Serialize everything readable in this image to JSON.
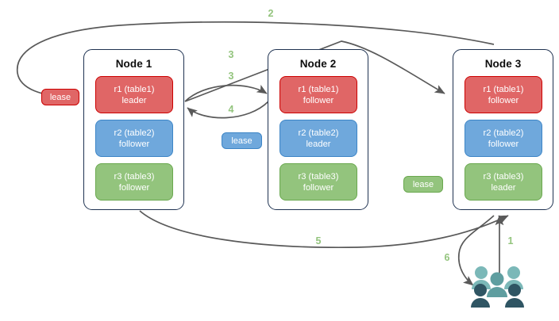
{
  "diagram": {
    "title": "Multi-node replica lease diagram",
    "colors": {
      "red": "#e06666",
      "red_border": "#cc0000",
      "blue": "#6fa8dc",
      "blue_border": "#3d85c6",
      "green": "#93c47d",
      "green_border": "#6aa84f",
      "node_border": "#1f3251",
      "arrow": "#595959",
      "step_label": "#93c47d",
      "people_light": "#7bb8b8",
      "people_mid": "#5f9ea0",
      "people_dark": "#2f5563"
    }
  },
  "nodes": [
    {
      "title": "Node 1",
      "replicas": [
        {
          "name": "r1 (table1)",
          "role": "leader",
          "color": "red"
        },
        {
          "name": "r2 (table2)",
          "role": "follower",
          "color": "blue"
        },
        {
          "name": "r3 (table3)",
          "role": "follower",
          "color": "green"
        }
      ]
    },
    {
      "title": "Node 2",
      "replicas": [
        {
          "name": "r1 (table1)",
          "role": "follower",
          "color": "red"
        },
        {
          "name": "r2 (table2)",
          "role": "leader",
          "color": "blue"
        },
        {
          "name": "r3 (table3)",
          "role": "follower",
          "color": "green"
        }
      ]
    },
    {
      "title": "Node 3",
      "replicas": [
        {
          "name": "r1 (table1)",
          "role": "follower",
          "color": "red"
        },
        {
          "name": "r2 (table2)",
          "role": "follower",
          "color": "blue"
        },
        {
          "name": "r3 (table3)",
          "role": "leader",
          "color": "green"
        }
      ]
    }
  ],
  "leases": [
    {
      "label": "lease",
      "color": "red"
    },
    {
      "label": "lease",
      "color": "blue"
    },
    {
      "label": "lease",
      "color": "green"
    }
  ],
  "steps": [
    {
      "label": "2"
    },
    {
      "label": "3"
    },
    {
      "label": "3"
    },
    {
      "label": "4"
    },
    {
      "label": "5"
    },
    {
      "label": "1"
    },
    {
      "label": "6"
    }
  ],
  "actor": {
    "icon": "people-icon",
    "figure_count": 5
  }
}
